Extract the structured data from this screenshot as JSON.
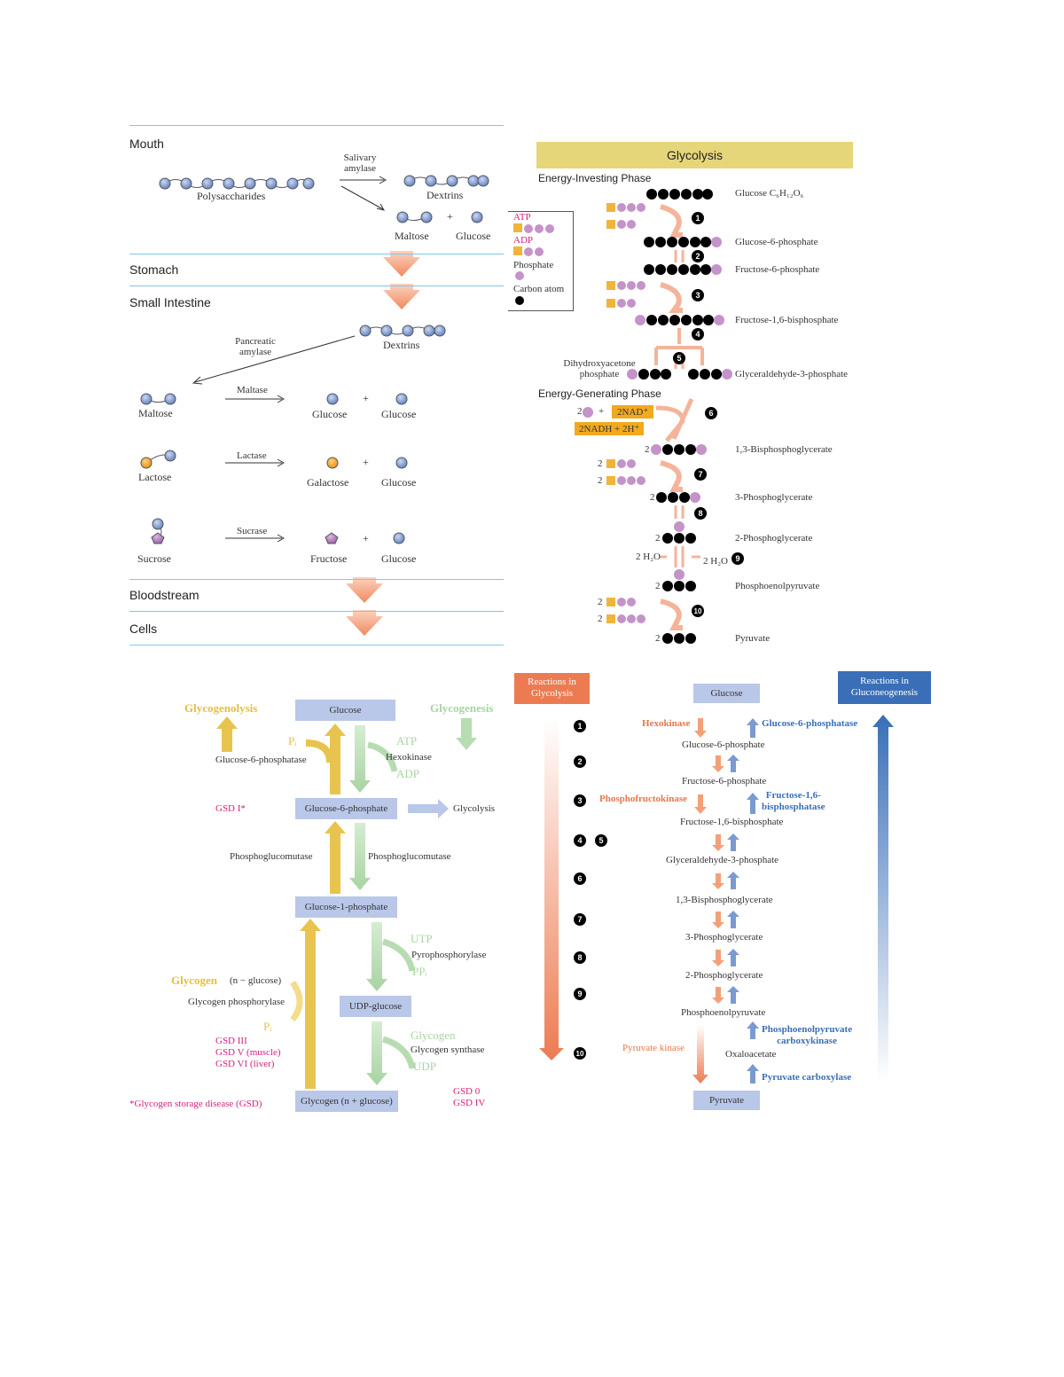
{
  "digestion": {
    "regions": [
      "Mouth",
      "Stomach",
      "Small Intestine",
      "Bloodstream",
      "Cells"
    ],
    "mouth": {
      "enzyme": "Salivary\namylase",
      "substrate": "Polysaccharides",
      "product1": "Dextrins",
      "product2a": "Maltose",
      "plus": "+",
      "product2b": "Glucose"
    },
    "intestine": {
      "enzyme": "Pancreatic\namylase",
      "substrate": "Dextrins",
      "rows": [
        {
          "substrate": "Maltose",
          "enzyme": "Maltase",
          "productA": "Glucose",
          "productB": "Glucose"
        },
        {
          "substrate": "Lactose",
          "enzyme": "Lactase",
          "productA": "Galactose",
          "productB": "Glucose"
        },
        {
          "substrate": "Sucrose",
          "enzyme": "Sucrase",
          "productA": "Fructose",
          "productB": "Glucose"
        }
      ]
    }
  },
  "glycolysis": {
    "title": "Glycolysis",
    "phase1": "Energy-Investing Phase",
    "phase2": "Energy-Generating Phase",
    "legend": {
      "atp": "ATP",
      "adp": "ADP",
      "phosphate": "Phosphate",
      "carbon": "Carbon atom"
    },
    "nad": "2NAD⁺",
    "nadh": "2NADH  +  2H⁺",
    "two": "2",
    "plus": "+",
    "h2o": "2 H₂O",
    "dhap": "Dihydroxyacetone\nphosphate",
    "steps": [
      "1",
      "2",
      "3",
      "4",
      "5",
      "6",
      "7",
      "8",
      "9",
      "10"
    ],
    "metabolites": [
      "Glucose C₆H₁₂O₆",
      "Glucose-6-phosphate",
      "Fructose-6-phosphate",
      "Fructose-1,6-bisphosphate",
      "Glyceraldehyde-3-phosphate",
      "1,3-Bisphosphoglycerate",
      "3-Phosphoglycerate",
      "2-Phosphoglycerate",
      "Phosphoenolpyruvate",
      "Pyruvate"
    ]
  },
  "glycogen": {
    "glycogenolysis": "Glycogenolysis",
    "glycogenesis": "Glycogenesis",
    "boxes": [
      "Glucose",
      "Glucose-6-phosphate",
      "Glucose-1-phosphate",
      "UDP-glucose",
      "Glycogen (n + glucose)"
    ],
    "pi": "Pᵢ",
    "atp": "ATP",
    "adp": "ADP",
    "utp": "UTP",
    "ppi": "PPᵢ",
    "hexokinase": "Hexokinase",
    "g6pase": "Glucose-6-phosphatase",
    "pgm_left": "Phosphoglucomutase",
    "pgm_right": "Phosphoglucomutase",
    "pyrophosphorylase": "Pyrophosphorylase",
    "glycolysis": "Glycolysis",
    "glycogen_in": "Glycogen",
    "glycogen_in_suffix": "(n − glucose)",
    "glycogen_phosphorylase": "Glycogen phosphorylase",
    "glycogen_label_right": "Glycogen",
    "glycogen_synthase": "Glycogen synthase",
    "udp": "UDP",
    "gsd_i": "GSD I*",
    "gsd_left": [
      "GSD III",
      "GSD V (muscle)",
      "GSD VI (liver)"
    ],
    "gsd_right": [
      "GSD 0",
      "GSD IV"
    ],
    "footnote": "*Glycogen storage disease (GSD)"
  },
  "gluconeogenesis": {
    "header_left": "Reactions in\nGlycolysis",
    "header_right": "Reactions in\nGluconeogenesis",
    "steps": [
      "1",
      "2",
      "3",
      "4",
      "5",
      "6",
      "7",
      "8",
      "9",
      "10"
    ],
    "top_box": "Glucose",
    "bottom_box": "Pyruvate",
    "metabolites": [
      "Glucose-6-phosphate",
      "Fructose-6-phosphate",
      "Fructose-1,6-bisphosphate",
      "Glyceraldehyde-3-phosphate",
      "1,3-Bisphosphoglycerate",
      "3-Phosphoglycerate",
      "2-Phosphoglycerate",
      "Phosphoenolpyruvate",
      "Oxaloacetate"
    ],
    "glycolytic_enzymes": [
      "Hexokinase",
      "Phosphofructokinase",
      "Pyruvate kinase"
    ],
    "gluconeogenic_enzymes": [
      "Glucose-6-phosphatase",
      "Fructose-1,6-\nbisphosphatase",
      "Phosphoenolpyruvate\ncarboxykinase",
      "Pyruvate carboxylase"
    ],
    "colors": {
      "glycolysis": "#e8764a",
      "gluconeogenesis": "#3a6fb7",
      "box": "#b9c7e8"
    }
  }
}
